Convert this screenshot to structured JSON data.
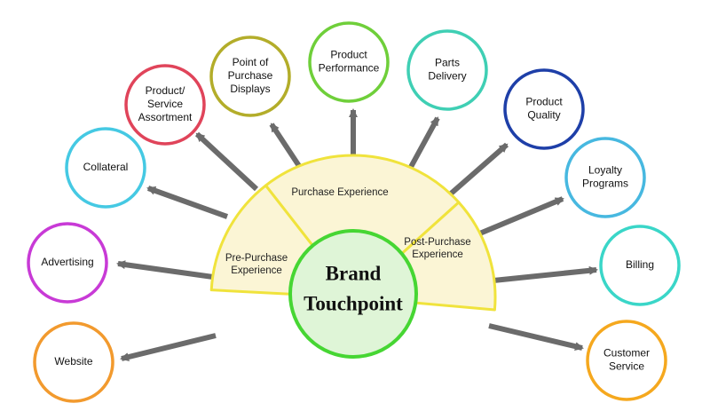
{
  "center": {
    "lines": [
      "Brand",
      "Touchpoint"
    ],
    "color": "#46d633",
    "fill": "#dff5d7"
  },
  "sectors": [
    {
      "key": "pre",
      "lines": [
        "Pre-Purchase",
        "Experience"
      ]
    },
    {
      "key": "purchase",
      "lines": [
        "Purchase Experience"
      ]
    },
    {
      "key": "post",
      "lines": [
        "Post-Purchase",
        "Experience"
      ]
    }
  ],
  "sector_colors": {
    "fill": "#fbf5d5",
    "stroke": "#f0e33c"
  },
  "arrow_color": "#6b6b6b",
  "nodes": [
    {
      "key": "website",
      "lines": [
        "Website"
      ],
      "color": "#f29a2e"
    },
    {
      "key": "advertising",
      "lines": [
        "Advertising"
      ],
      "color": "#c83ad6"
    },
    {
      "key": "collateral",
      "lines": [
        "Collateral"
      ],
      "color": "#45c9e3"
    },
    {
      "key": "assortment",
      "lines": [
        "Product/",
        "Service",
        "Assortment"
      ],
      "color": "#e0445a"
    },
    {
      "key": "displays",
      "lines": [
        "Point of",
        "Purchase",
        "Displays"
      ],
      "color": "#b3ad2a"
    },
    {
      "key": "performance",
      "lines": [
        "Product",
        "Performance"
      ],
      "color": "#6fcf3a"
    },
    {
      "key": "parts",
      "lines": [
        "Parts",
        "Delivery"
      ],
      "color": "#3fcfb4"
    },
    {
      "key": "quality",
      "lines": [
        "Product",
        "Quality"
      ],
      "color": "#1e3fa8"
    },
    {
      "key": "loyalty",
      "lines": [
        "Loyalty",
        "Programs"
      ],
      "color": "#47b8e0"
    },
    {
      "key": "billing",
      "lines": [
        "Billing"
      ],
      "color": "#3ad6c8"
    },
    {
      "key": "service",
      "lines": [
        "Customer",
        "Service"
      ],
      "color": "#f5a81e"
    }
  ]
}
